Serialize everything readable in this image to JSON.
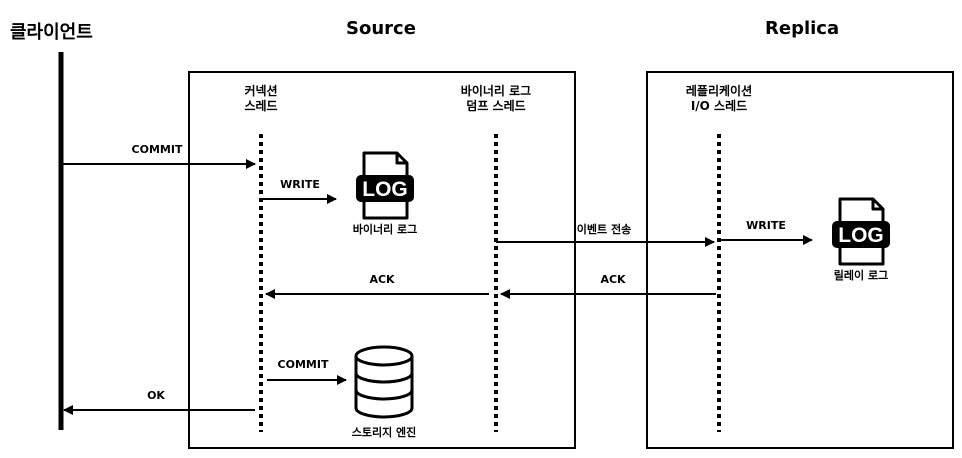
{
  "headers": {
    "client": "클라이언트",
    "source": "Source",
    "replica": "Replica"
  },
  "threads": {
    "connection": [
      "커넥션",
      "스레드"
    ],
    "binlog_dump": [
      "바이너리 로그",
      "덤프 스레드"
    ],
    "replication_io": [
      "레플리케이션",
      "I/O 스레드"
    ]
  },
  "arrows": {
    "commit_client": "COMMIT",
    "write_source": "WRITE",
    "event_send": "이벤트 전송",
    "write_replica": "WRITE",
    "ack_source": "ACK",
    "ack_replica": "ACK",
    "commit_storage": "COMMIT",
    "ok": "OK"
  },
  "icons": {
    "log_text": "LOG",
    "binary_log": "바이너리 로그",
    "relay_log": "릴레이 로그",
    "storage_engine": "스토리지 엔진"
  }
}
